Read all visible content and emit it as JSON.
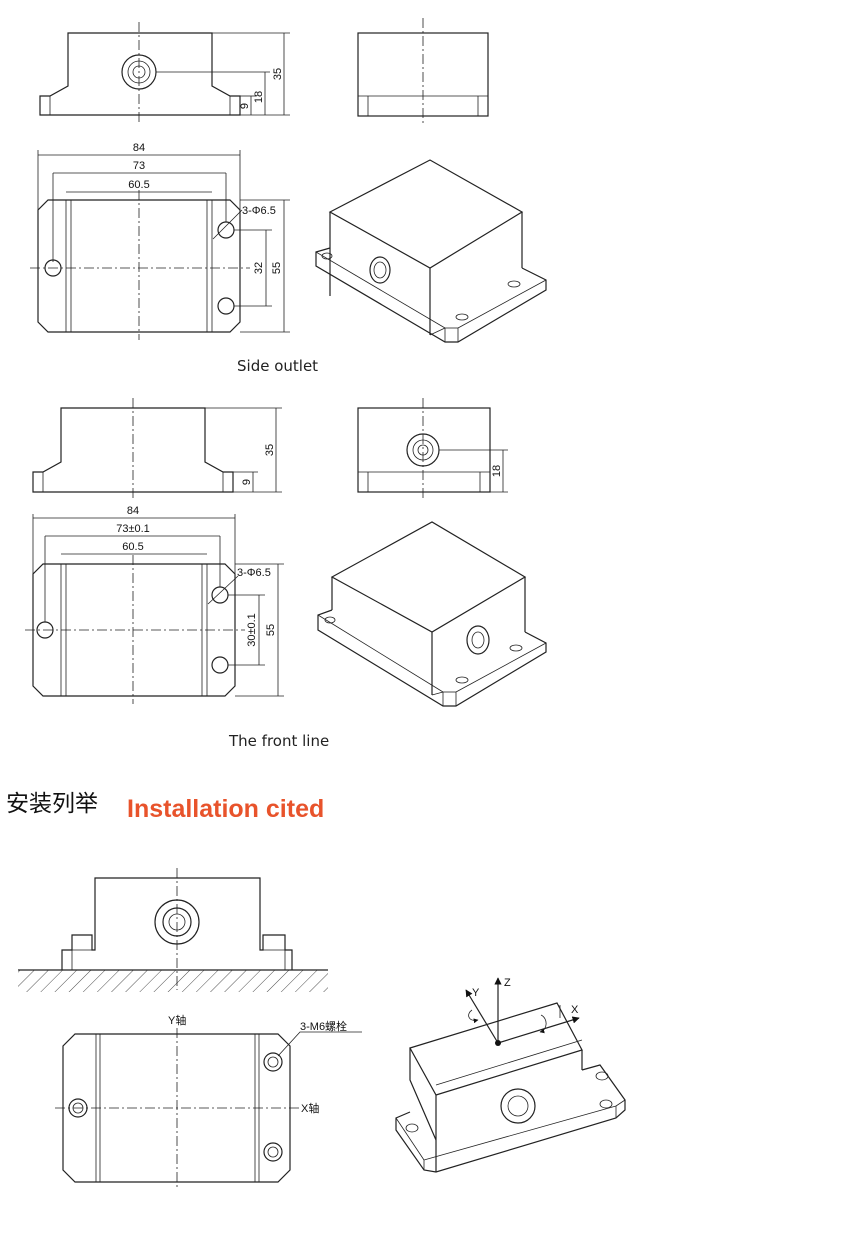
{
  "captions": {
    "side_outlet": "Side outlet",
    "front_line": "The front line"
  },
  "section": {
    "title_cn": "安装列举",
    "title_en": "Installation cited",
    "accent_color": "#e8532b"
  },
  "dims_side": {
    "height_total": "35",
    "height_connector": "18",
    "height_base": "9",
    "width_84": "84",
    "width_73": "73",
    "width_605": "60.5",
    "holes": "3-Φ6.5",
    "depth_32": "32",
    "depth_55": "55"
  },
  "dims_front": {
    "height_total": "35",
    "height_base": "9",
    "height_connector": "18",
    "width_84": "84",
    "width_73": "73±0.1",
    "width_605": "60.5",
    "holes": "3-Φ6.5",
    "depth_30": "30±0.1",
    "depth_55": "55"
  },
  "install": {
    "bolt_label": "3-M6螺栓",
    "y_axis_label": "Y轴",
    "x_axis_label": "X轴",
    "axis_x": "X",
    "axis_y": "Y",
    "axis_z": "Z"
  }
}
